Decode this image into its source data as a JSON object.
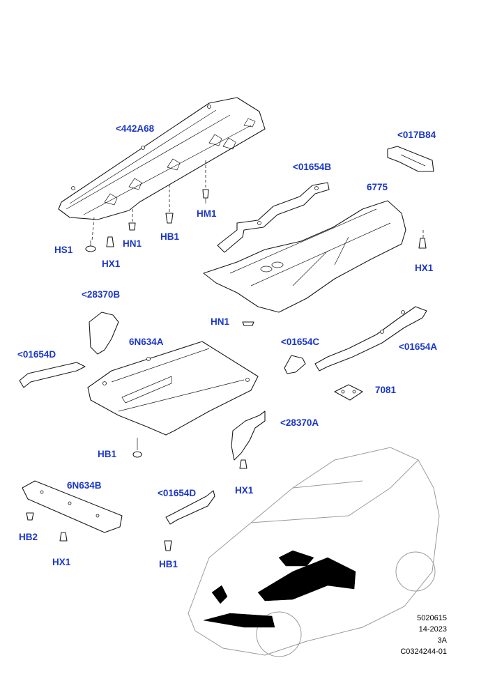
{
  "accent_color": "#1a36c9",
  "labels": {
    "l_442A68": "<442A68",
    "l_017B84": "<017B84",
    "l_01654B": "<01654B",
    "l_6775": "6775",
    "hm1_top": "HM1",
    "hn1_top": "HN1",
    "hb1_top": "HB1",
    "hs1": "HS1",
    "hx1_top": "HX1",
    "hx1_right": "HX1",
    "l_28370B": "<28370B",
    "hn1_mid": "HN1",
    "l_6N634A": "6N634A",
    "l_01654C": "<01654C",
    "l_01654A": "<01654A",
    "l_01654D_left": "<01654D",
    "l_7081": "7081",
    "l_28370A": "<28370A",
    "hb1_mid": "HB1",
    "hx1_mid": "HX1",
    "l_6N634B": "6N634B",
    "l_01654D_bottom": "<01654D",
    "hb2": "HB2",
    "hx1_bottom": "HX1",
    "hb1_bottom": "HB1"
  },
  "reference": {
    "line1": "5020615",
    "line2": "14-2023",
    "line3": "3A",
    "line4": "C0324244-01"
  }
}
